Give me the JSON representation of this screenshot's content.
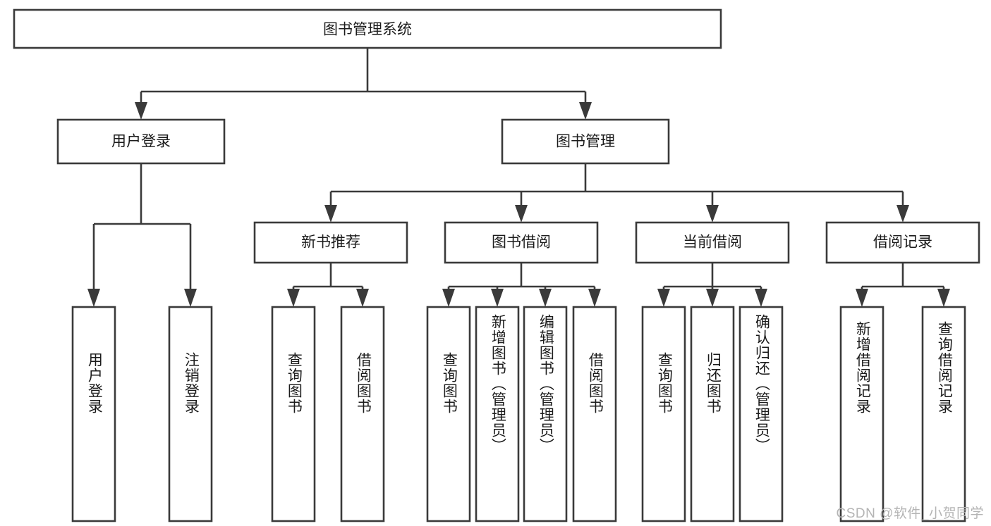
{
  "diagram": {
    "type": "tree-hierarchy-chart",
    "title": "图书管理系统",
    "watermark": "CSDN @软件_小贺同学",
    "colors": {
      "stroke": "#3a3a3a",
      "node_fill": "#ffffff",
      "text": "#1b1b1b",
      "background": "#ffffff",
      "watermark": "#b4b4b4"
    },
    "root": {
      "label": "图书管理系统"
    },
    "level2": [
      {
        "label": "用户登录"
      },
      {
        "label": "图书管理"
      }
    ],
    "level3": [
      {
        "label": "新书推荐"
      },
      {
        "label": "图书借阅"
      },
      {
        "label": "当前借阅"
      },
      {
        "label": "借阅记录"
      }
    ],
    "leaves": {
      "user_login": [
        {
          "label": "用户登录"
        },
        {
          "label": "注销登录"
        }
      ],
      "new_book": [
        {
          "label": "查询图书"
        },
        {
          "label": "借阅图书"
        }
      ],
      "book_borrow": [
        {
          "label": "查询图书"
        },
        {
          "label": "新增图书（管理员）"
        },
        {
          "label": "编辑图书（管理员）"
        },
        {
          "label": "借阅图书"
        }
      ],
      "current_borrow": [
        {
          "label": "查询图书"
        },
        {
          "label": "归还图书"
        },
        {
          "label": "确认归还（管理员）"
        }
      ],
      "borrow_record": [
        {
          "label": "新增借阅记录"
        },
        {
          "label": "查询借阅记录"
        }
      ]
    }
  }
}
